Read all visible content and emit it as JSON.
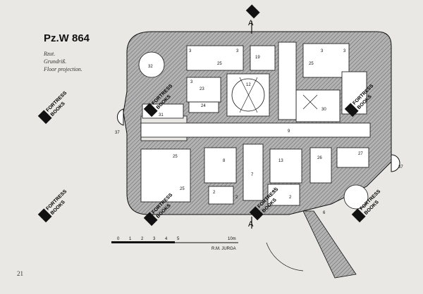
{
  "title": "Pz.W 864",
  "subtitle_lines": [
    "Rzut.",
    "Grundriß.",
    "Floor projection."
  ],
  "page_number": "21",
  "section_marks": [
    "A",
    "A"
  ],
  "room_numbers": [
    "19",
    "25",
    "25",
    "32",
    "23",
    "12",
    "24",
    "31",
    "30",
    "9",
    "25",
    "8",
    "13",
    "26",
    "27",
    "25",
    "7",
    "6",
    "3",
    "3",
    "3",
    "3",
    "3",
    "2",
    "2",
    "2",
    "2",
    "37",
    "37"
  ],
  "scale_bar": {
    "ticks": [
      "0",
      "1",
      "2",
      "3",
      "4",
      "5",
      "10m"
    ],
    "credit": "R.M. JURGA"
  },
  "watermark_text": [
    "FORTRESS",
    "BOOKS"
  ],
  "colors": {
    "wall": "#9a9a9a",
    "wall_hatch": "#6c6c6c",
    "room": "#ffffff",
    "line": "#111111"
  }
}
